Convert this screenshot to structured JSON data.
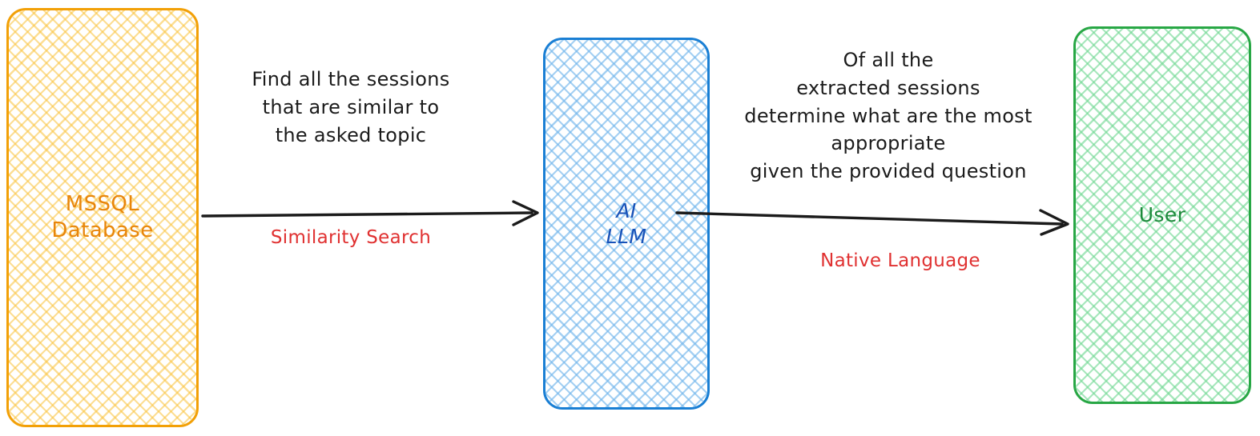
{
  "diagram": {
    "title": "MSSQL to AI LLM to User similarity search flow",
    "background": "#ffffff",
    "nodes": [
      {
        "id": "mssql-database",
        "label": "MSSQL\nDatabase",
        "accent": "#F2A007",
        "text_color": "#E8860B",
        "fill_pattern": "cross-hatch"
      },
      {
        "id": "ai-llm",
        "label": "AI\nLLM",
        "accent": "#1A7FD4",
        "text_color": "#1852B8",
        "fill_pattern": "cross-hatch"
      },
      {
        "id": "user",
        "label": "User",
        "accent": "#28A745",
        "text_color": "#1E8A3C",
        "fill_pattern": "cross-hatch"
      }
    ],
    "edges": [
      {
        "id": "mssql-to-llm",
        "from": "mssql-database",
        "to": "ai-llm",
        "upper_label": "Find all the sessions\nthat are similar to\nthe asked topic",
        "lower_label": "Similarity Search",
        "upper_label_color": "#1b1b1b",
        "lower_label_color": "#E03131",
        "stroke": "#1b1b1b"
      },
      {
        "id": "llm-to-user",
        "from": "ai-llm",
        "to": "user",
        "upper_label": "Of all the\nextracted sessions\ndetermine what are the most\nappropriate\ngiven the provided question",
        "lower_label": "Native Language",
        "upper_label_color": "#1b1b1b",
        "lower_label_color": "#E03131",
        "stroke": "#1b1b1b"
      }
    ]
  }
}
